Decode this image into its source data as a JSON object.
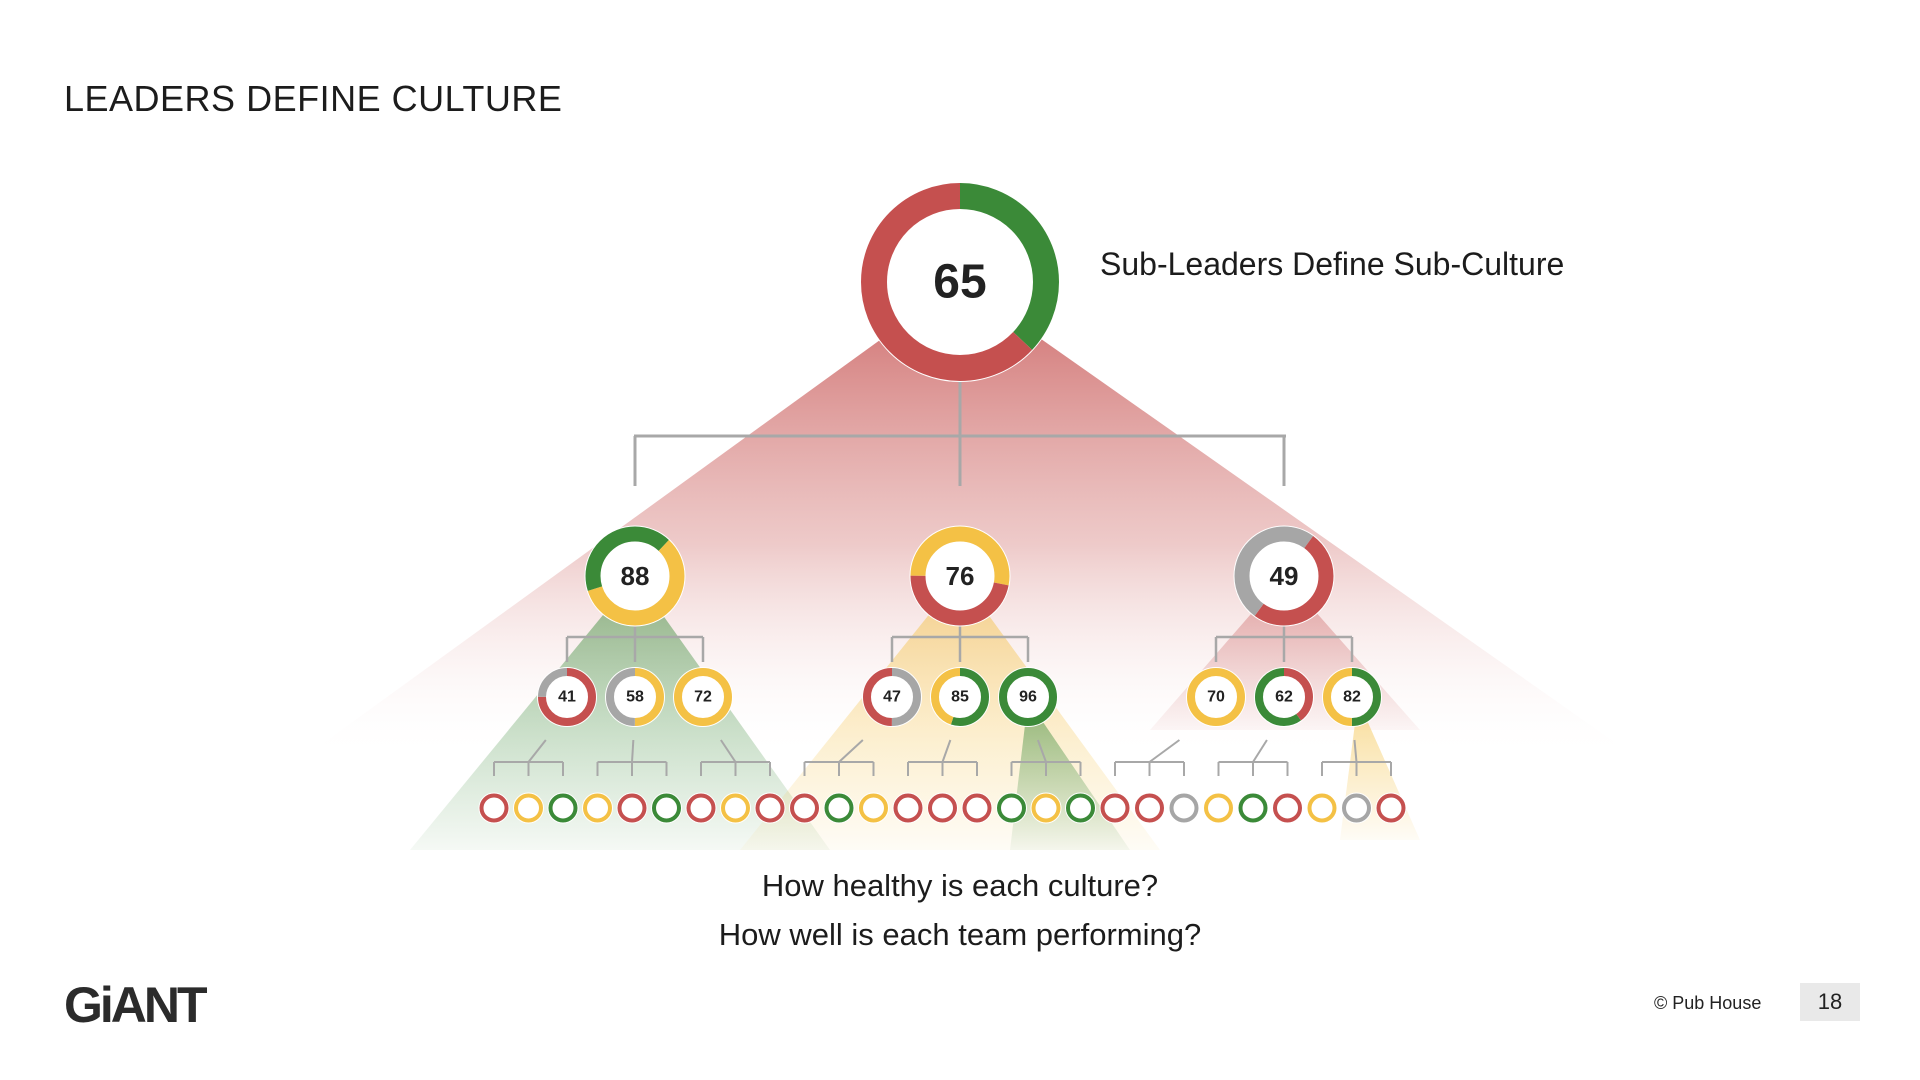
{
  "title": "LEADERS DEFINE CULTURE",
  "subtitle": "Sub-Leaders Define Sub-Culture",
  "questions": [
    "How healthy is each culture?",
    "How well is each team performing?"
  ],
  "footer": {
    "logo": "GiANT",
    "copyright": "© Pub House",
    "page_number": "18"
  },
  "colors": {
    "green": "#3b8a38",
    "red": "#c5504f",
    "yellow": "#f4c145",
    "gray": "#a6a6a6",
    "connector": "#a8a8a8"
  },
  "tree": {
    "root": {
      "score": "65",
      "segments": [
        [
          "green",
          0.37
        ],
        [
          "red",
          0.63
        ]
      ]
    },
    "level1": [
      {
        "score": "88",
        "segments": [
          [
            "green",
            0.12
          ],
          [
            "yellow",
            0.58
          ],
          [
            "green",
            0.3
          ]
        ],
        "children": [
          {
            "score": "41",
            "segments": [
              [
                "red",
                0.75
              ],
              [
                "gray",
                0.25
              ]
            ]
          },
          {
            "score": "58",
            "segments": [
              [
                "yellow",
                0.5
              ],
              [
                "gray",
                0.5
              ]
            ]
          },
          {
            "score": "72",
            "segments": [
              [
                "yellow",
                1.0
              ]
            ]
          }
        ]
      },
      {
        "score": "76",
        "segments": [
          [
            "yellow",
            0.28
          ],
          [
            "red",
            0.47
          ],
          [
            "yellow",
            0.25
          ]
        ],
        "children": [
          {
            "score": "47",
            "segments": [
              [
                "gray",
                0.5
              ],
              [
                "red",
                0.5
              ]
            ]
          },
          {
            "score": "85",
            "segments": [
              [
                "green",
                0.55
              ],
              [
                "yellow",
                0.45
              ]
            ]
          },
          {
            "score": "96",
            "segments": [
              [
                "green",
                1.0
              ]
            ]
          }
        ]
      },
      {
        "score": "49",
        "segments": [
          [
            "gray",
            0.1
          ],
          [
            "red",
            0.5
          ],
          [
            "gray",
            0.4
          ]
        ],
        "children": [
          {
            "score": "70",
            "segments": [
              [
                "yellow",
                1.0
              ]
            ]
          },
          {
            "score": "62",
            "segments": [
              [
                "red",
                0.4
              ],
              [
                "green",
                0.6
              ]
            ]
          },
          {
            "score": "82",
            "segments": [
              [
                "green",
                0.5
              ],
              [
                "yellow",
                0.5
              ]
            ]
          }
        ]
      }
    ],
    "leaves": [
      "red",
      "yellow",
      "green",
      "yellow",
      "red",
      "green",
      "red",
      "yellow",
      "red",
      "red",
      "green",
      "yellow",
      "red",
      "red",
      "red",
      "green",
      "yellow",
      "green",
      "red",
      "red",
      "gray",
      "yellow",
      "green",
      "red",
      "yellow",
      "gray",
      "red"
    ]
  }
}
